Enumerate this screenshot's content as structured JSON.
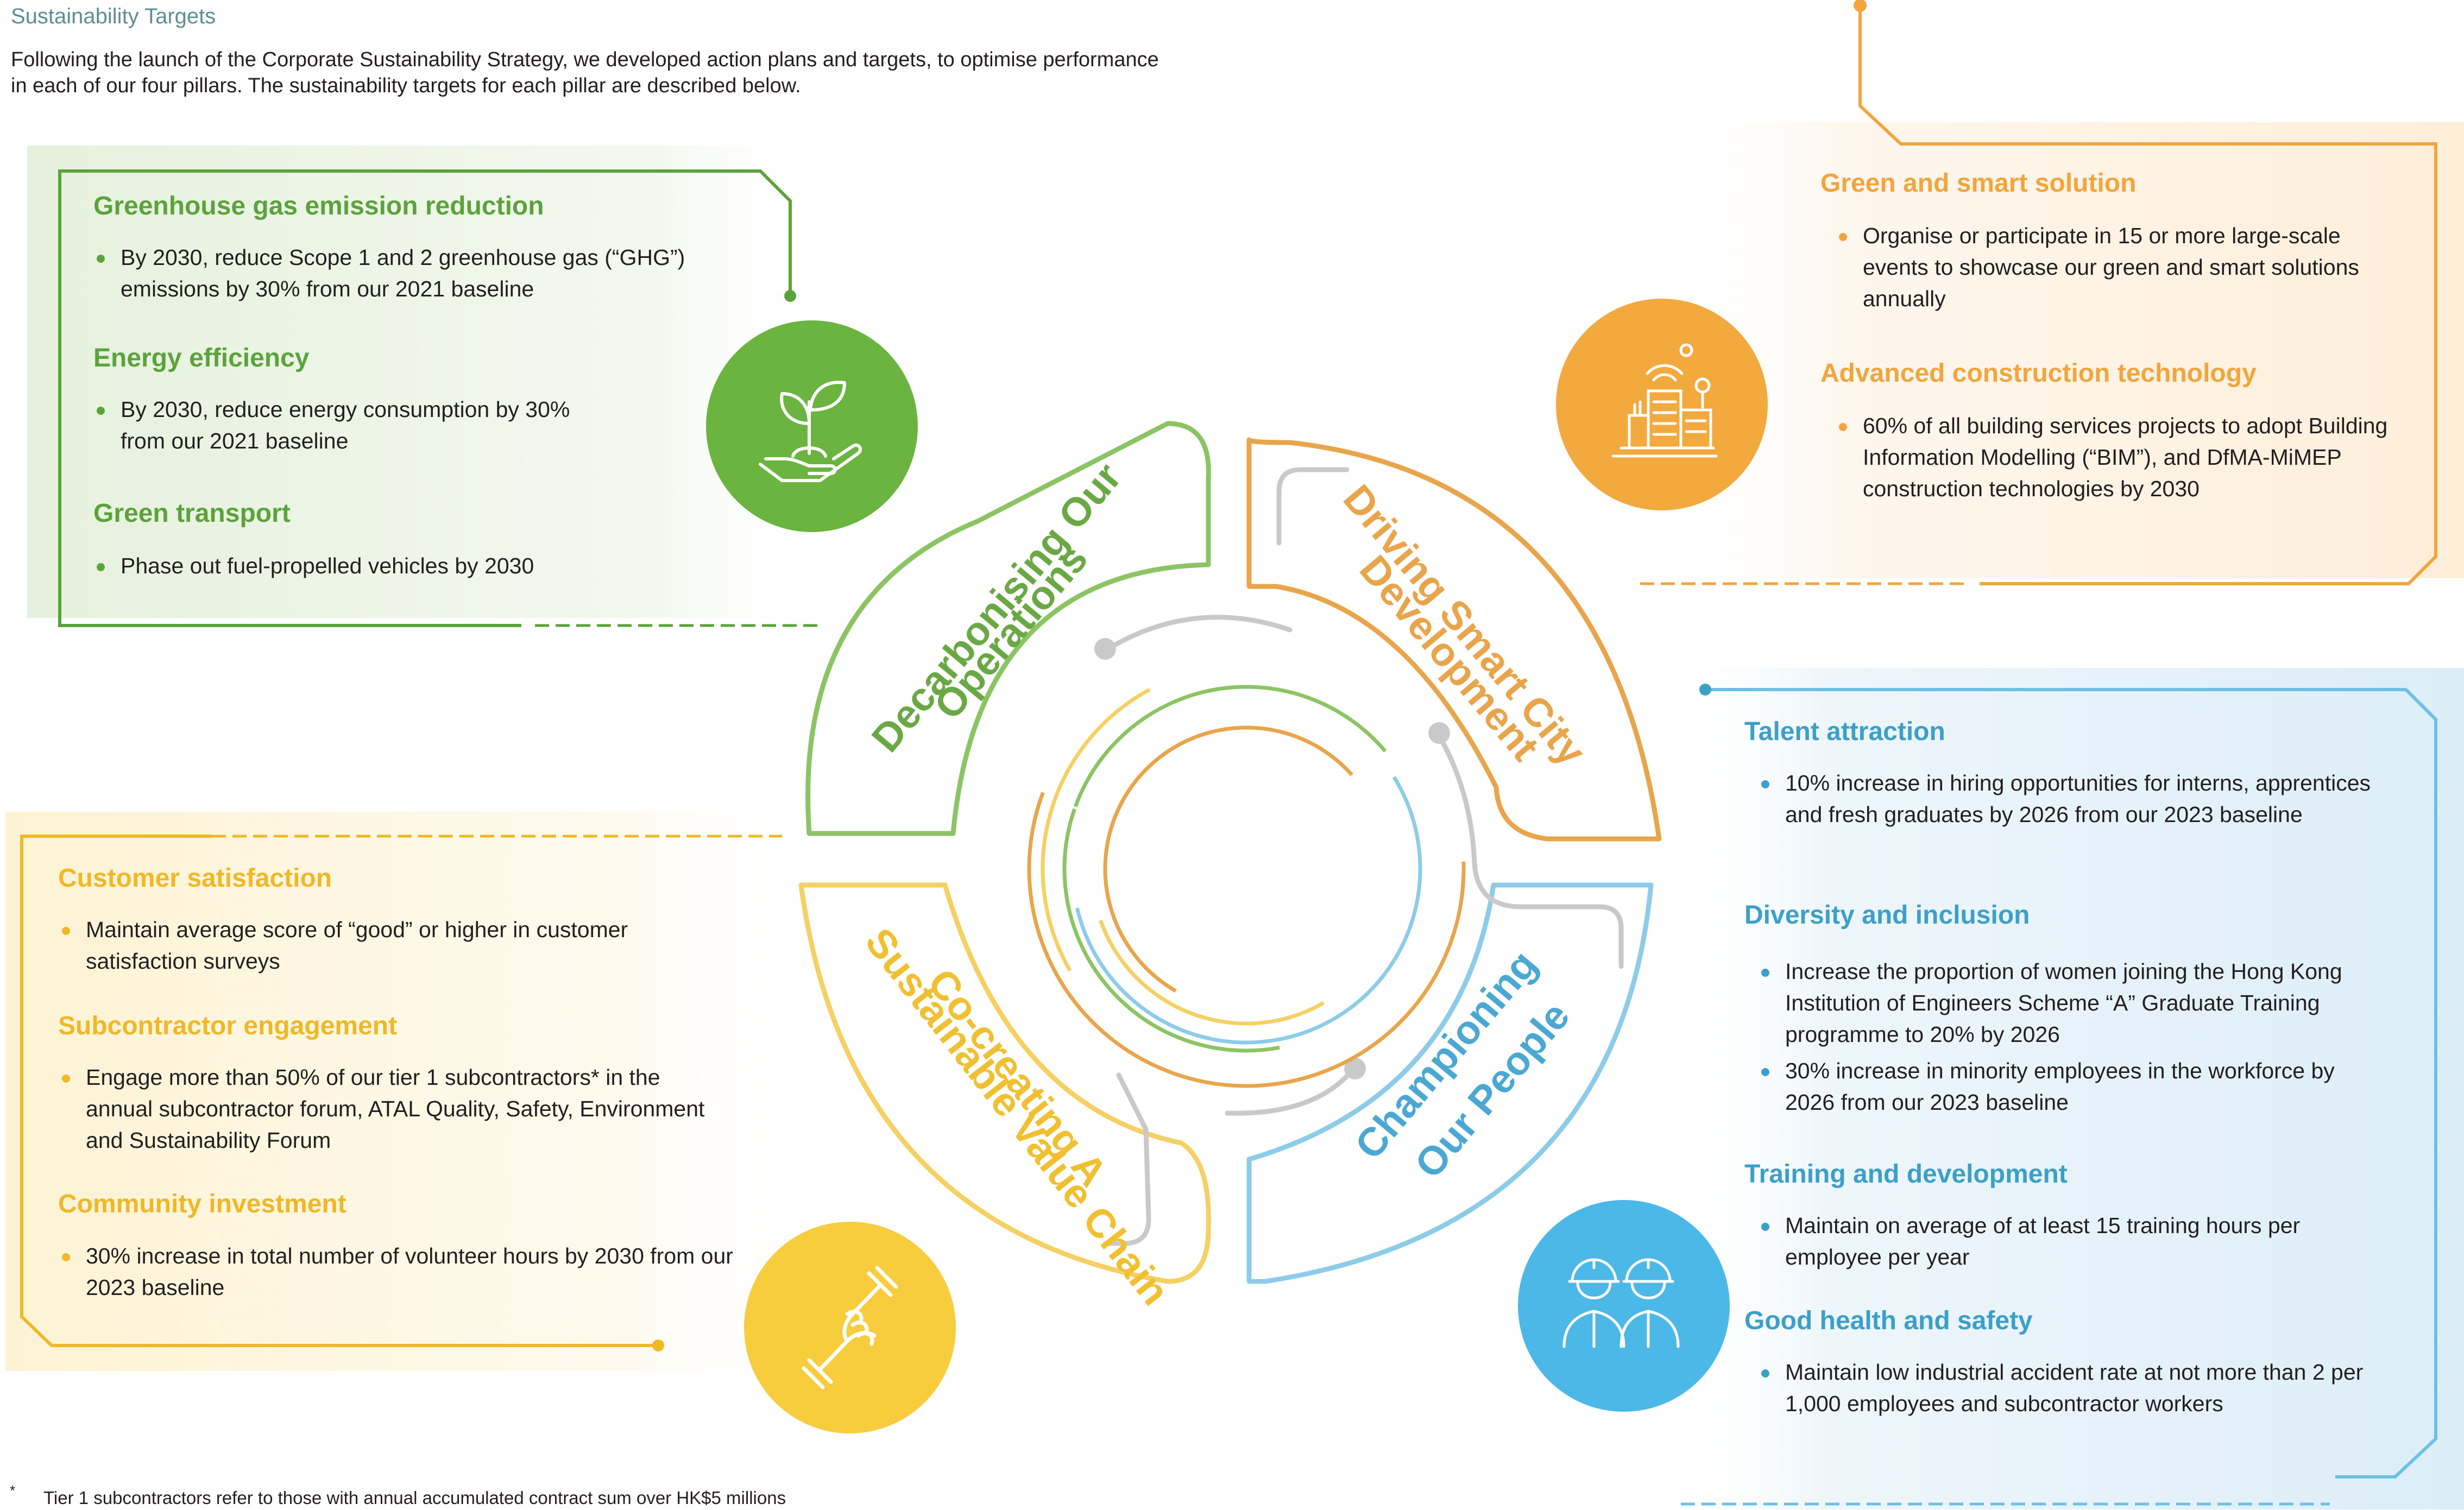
{
  "header": {
    "title": "Sustainability Targets",
    "intro": "Following the launch of the Corporate Sustainability Strategy, we developed action plans and targets, to optimise performance in each of our four pillars. The sustainability targets for each pillar are described below."
  },
  "colors": {
    "green": "#5ba33b",
    "orange": "#f2a53d",
    "yellow": "#f0b827",
    "blue": "#3ba0c8"
  },
  "pillars": {
    "decarbonising": {
      "label_line1": "Decarbonising Our",
      "label_line2": "Operations",
      "icon": "plant-in-hand-icon",
      "sections": [
        {
          "title": "Greenhouse gas emission reduction",
          "bullets": [
            "By 2030, reduce Scope 1 and 2 greenhouse gas (“GHG”) emissions by 30% from our 2021 baseline"
          ]
        },
        {
          "title": "Energy efficiency",
          "bullets": [
            "By 2030, reduce energy consumption by 30% from our 2021 baseline"
          ]
        },
        {
          "title": "Green transport",
          "bullets": [
            "Phase out fuel-propelled vehicles by 2030"
          ]
        }
      ]
    },
    "smart_city": {
      "label_line1": "Driving Smart City",
      "label_line2": "Development",
      "icon": "smart-city-icon",
      "sections": [
        {
          "title": "Green and smart solution",
          "bullets": [
            "Organise or participate in 15 or more large-scale events to showcase our green and smart solutions annually"
          ]
        },
        {
          "title": "Advanced construction technology",
          "bullets": [
            "60% of all building services projects to adopt Building Information Modelling (“BIM”), and DfMA-MiMEP construction technologies by 2030"
          ]
        }
      ]
    },
    "value_chain": {
      "label_line1": "Co-creating A",
      "label_line2": "Sustainable Value Chain",
      "icon": "handshake-icon",
      "sections": [
        {
          "title": "Customer satisfaction",
          "bullets": [
            "Maintain average score of “good” or higher in customer satisfaction surveys"
          ]
        },
        {
          "title": "Subcontractor engagement",
          "bullets": [
            "Engage more than 50% of our tier 1 subcontractors* in the annual subcontractor forum,  ATAL Quality, Safety, Environment and Sustainability Forum"
          ]
        },
        {
          "title": "Community investment",
          "bullets": [
            "30% increase in total number of volunteer hours by 2030 from our 2023 baseline"
          ]
        }
      ]
    },
    "people": {
      "label_line1": "Championing",
      "label_line2": "Our People",
      "icon": "workers-helmet-icon",
      "sections": [
        {
          "title": "Talent attraction",
          "bullets": [
            "10% increase in hiring opportunities for interns, apprentices and fresh graduates by 2026 from our 2023 baseline"
          ]
        },
        {
          "title": "Diversity and inclusion",
          "bullets": [
            "Increase the proportion of women joining the Hong Kong Institution of Engineers Scheme “A” Graduate Training programme to 20% by 2026",
            "30% increase in minority employees in the workforce by 2026 from our 2023 baseline"
          ]
        },
        {
          "title": "Training and development",
          "bullets": [
            "Maintain on average of at least 15 training hours per employee per year"
          ]
        },
        {
          "title": "Good health and safety",
          "bullets": [
            "Maintain low industrial accident rate at not more than 2 per 1,000 employees and subcontractor workers"
          ]
        }
      ]
    }
  },
  "footnote": {
    "mark": "*",
    "text": "Tier 1 subcontractors refer to those with annual accumulated contract sum over HK$5 millions"
  }
}
